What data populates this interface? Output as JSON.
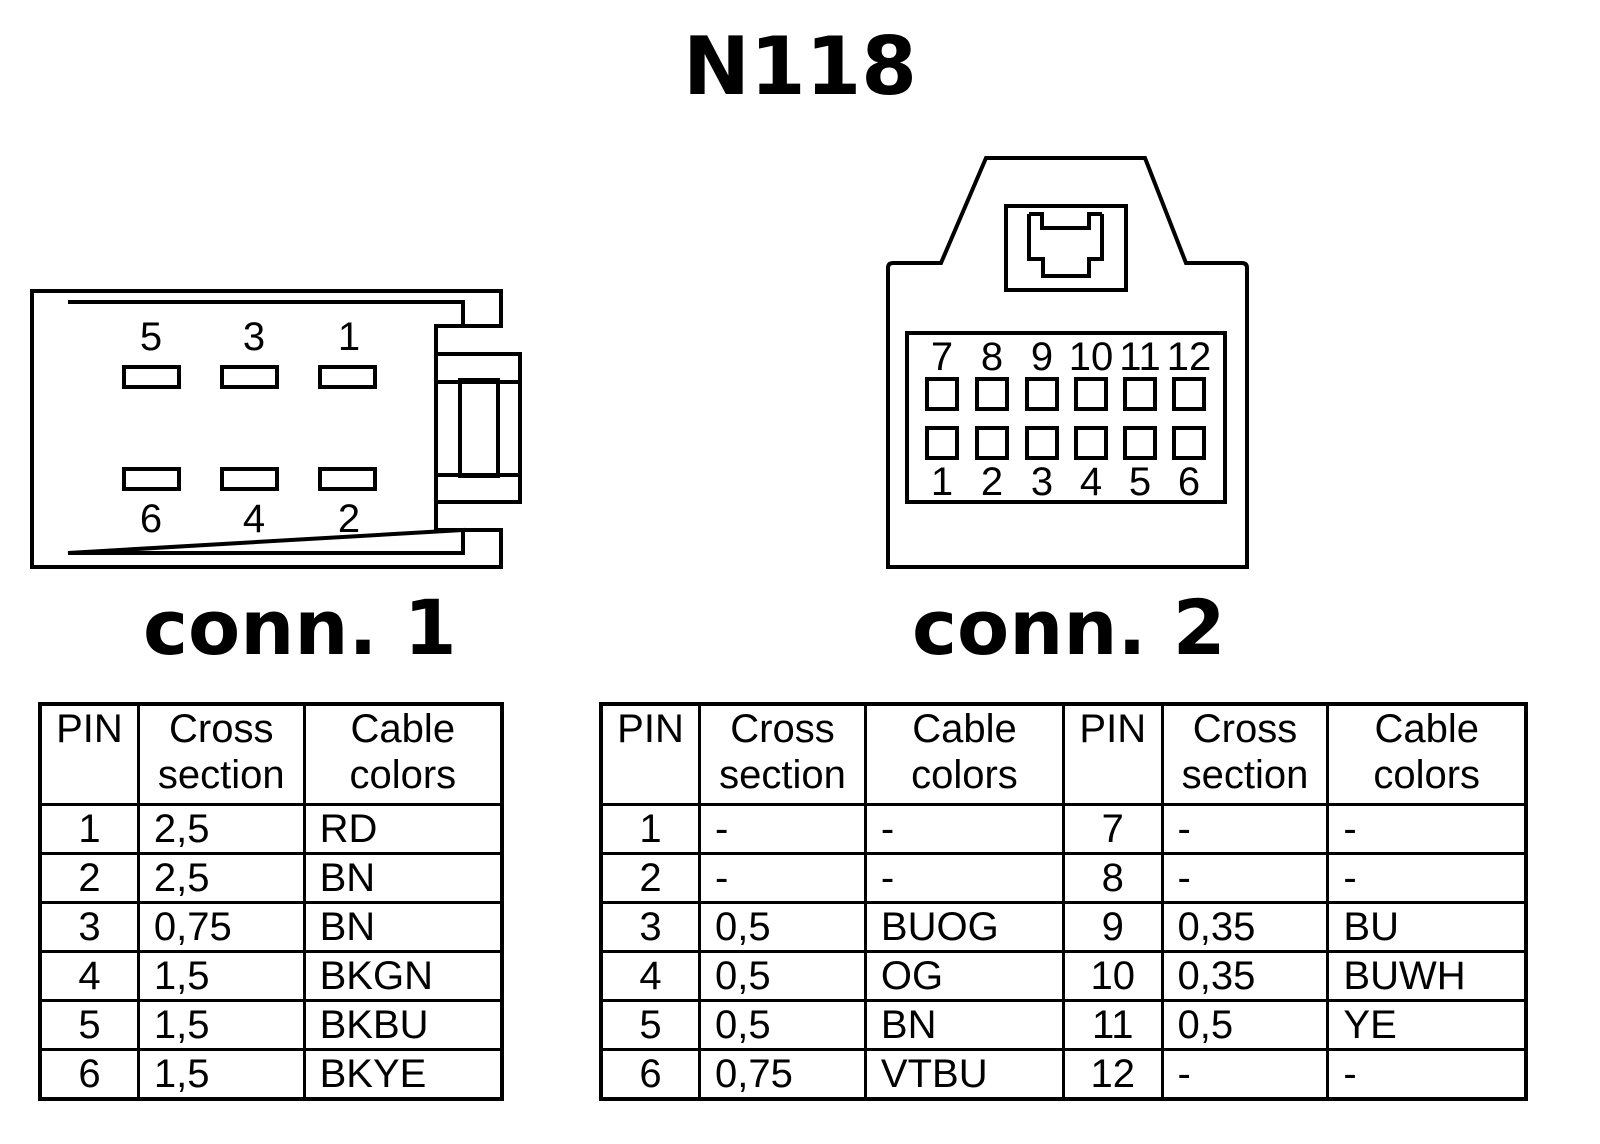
{
  "title": "N118",
  "conn1": {
    "label": "conn. 1",
    "pins_top": [
      "5",
      "3",
      "1"
    ],
    "pins_bottom": [
      "6",
      "4",
      "2"
    ]
  },
  "conn2": {
    "label": "conn. 2",
    "pins_top": [
      "7",
      "8",
      "9",
      "10",
      "11",
      "12"
    ],
    "pins_bottom": [
      "1",
      "2",
      "3",
      "4",
      "5",
      "6"
    ]
  },
  "table_headers": {
    "pin": "PIN",
    "cross_1": "Cross",
    "cross_2": "section",
    "cable_1": "Cable",
    "cable_2": "colors"
  },
  "table1": {
    "rows": [
      {
        "pin": "1",
        "cross": "2,5",
        "color": "RD"
      },
      {
        "pin": "2",
        "cross": "2,5",
        "color": "BN"
      },
      {
        "pin": "3",
        "cross": "0,75",
        "color": "BN"
      },
      {
        "pin": "4",
        "cross": "1,5",
        "color": "BKGN"
      },
      {
        "pin": "5",
        "cross": "1,5",
        "color": "BKBU"
      },
      {
        "pin": "6",
        "cross": "1,5",
        "color": "BKYE"
      }
    ]
  },
  "table2": {
    "rows": [
      {
        "pin": "1",
        "cross": "-",
        "color": "-",
        "pin_b": "7",
        "cross_b": "-",
        "color_b": "-"
      },
      {
        "pin": "2",
        "cross": "-",
        "color": "-",
        "pin_b": "8",
        "cross_b": "-",
        "color_b": "-"
      },
      {
        "pin": "3",
        "cross": "0,5",
        "color": "BUOG",
        "pin_b": "9",
        "cross_b": "0,35",
        "color_b": "BU"
      },
      {
        "pin": "4",
        "cross": "0,5",
        "color": "OG",
        "pin_b": "10",
        "cross_b": "0,35",
        "color_b": "BUWH"
      },
      {
        "pin": "5",
        "cross": "0,5",
        "color": "BN",
        "pin_b": "11",
        "cross_b": "0,5",
        "color_b": "YE"
      },
      {
        "pin": "6",
        "cross": "0,75",
        "color": "VTBU",
        "pin_b": "12",
        "cross_b": "-",
        "color_b": "-"
      }
    ]
  }
}
